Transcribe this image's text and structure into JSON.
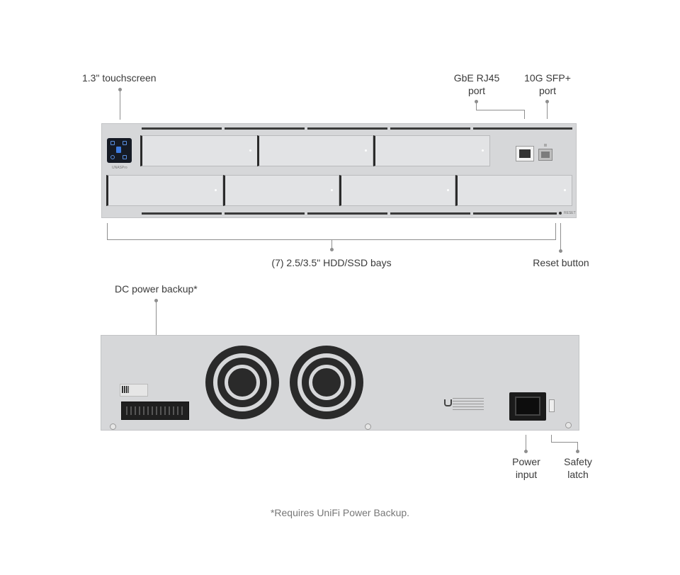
{
  "labels": {
    "touchscreen": "1.3\" touchscreen",
    "rj45_line1": "GbE RJ45",
    "rj45_line2": "port",
    "sfp_line1": "10G SFP+",
    "sfp_line2": "port",
    "bays": "(7) 2.5/3.5\" HDD/SSD bays",
    "reset": "Reset button",
    "dc_backup": "DC power backup*",
    "power_line1": "Power",
    "power_line2": "input",
    "latch_line1": "Safety",
    "latch_line2": "latch"
  },
  "footnote": "*Requires UniFi Power Backup.",
  "device": {
    "model_tag": "UNASPro",
    "reset_tag": "RESET"
  },
  "colors": {
    "chassis": "#d6d7d9",
    "bay": "#e2e3e5",
    "dark": "#2a2a2a",
    "leader": "#8e8e8e"
  }
}
